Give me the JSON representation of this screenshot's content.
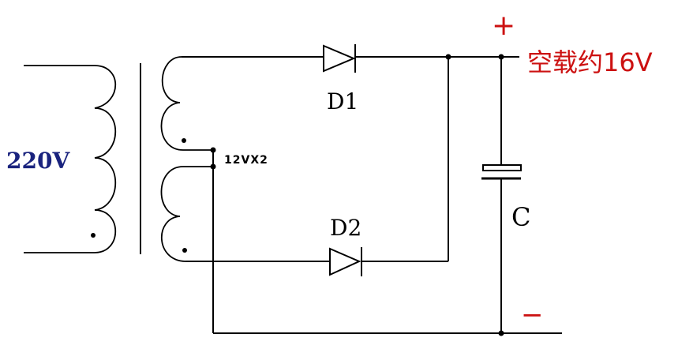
{
  "diagram": {
    "input_voltage_label": "220V",
    "secondary_label": "12VX2",
    "diode_top_label": "D1",
    "diode_bottom_label": "D2",
    "capacitor_label": "C",
    "plus_label": "+",
    "minus_label": "−",
    "output_label": "空载约16V",
    "colors": {
      "wire": "#000000",
      "label_blue": "#1a237e",
      "label_red": "#cc1111"
    }
  }
}
